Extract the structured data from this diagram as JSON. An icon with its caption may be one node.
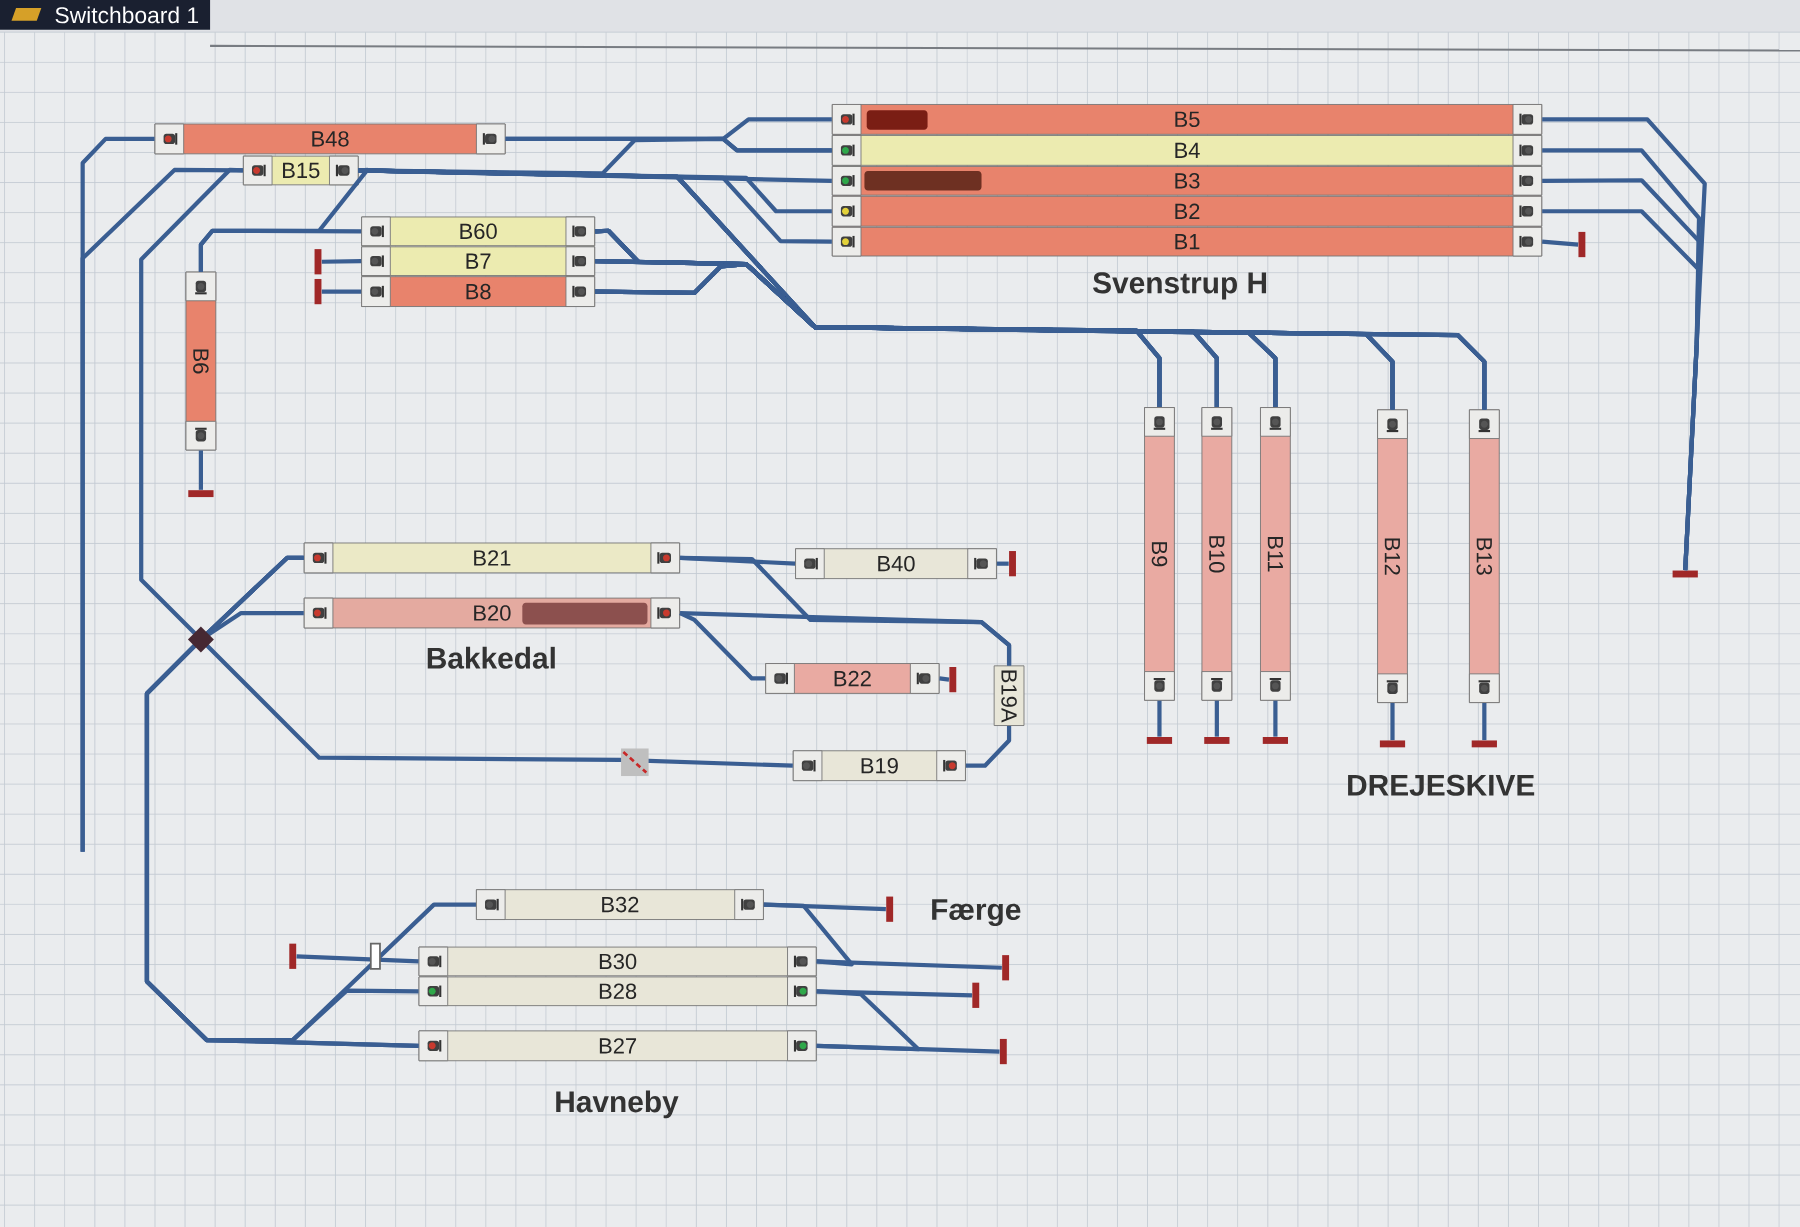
{
  "diagram": {
    "nodes": [
      {
        "text": [
          "B48"
        ]
      },
      {
        "text": [
          "B15"
        ]
      },
      {
        "text": [
          "B5"
        ]
      },
      {
        "text": [
          "B4"
        ]
      },
      {
        "text": [
          "B3"
        ]
      },
      {
        "text": [
          "B2"
        ]
      },
      {
        "text": [
          "B1"
        ]
      },
      {
        "text": [
          "B60"
        ]
      },
      {
        "text": [
          "B7"
        ]
      },
      {
        "text": [
          "B8"
        ]
      },
      {
        "text": [
          "B6"
        ]
      },
      {
        "text": [
          "B21"
        ]
      },
      {
        "text": [
          "B40"
        ]
      },
      {
        "text": [
          "B20"
        ]
      },
      {
        "text": [
          "B22"
        ]
      },
      {
        "text": [
          "B19A"
        ]
      },
      {
        "text": [
          "B19"
        ]
      },
      {
        "text": [
          "B9"
        ]
      },
      {
        "text": [
          "B10"
        ]
      },
      {
        "text": [
          "B11"
        ]
      },
      {
        "text": [
          "B12"
        ]
      },
      {
        "text": [
          "B13"
        ]
      },
      {
        "text": [
          "B32"
        ]
      },
      {
        "text": [
          "B30"
        ]
      },
      {
        "text": [
          "B28"
        ]
      },
      {
        "text": [
          "B27"
        ]
      },
      {
        "text": [],
        "shape": "bar"
      },
      {
        "text": [],
        "shape": "bar"
      },
      {
        "text": [],
        "shape": "bar"
      },
      {
        "text": [],
        "shape": "bar"
      },
      {
        "text": [],
        "shape": "bar"
      },
      {
        "text": [],
        "shape": "bar"
      },
      {
        "text": [],
        "shape": "bar"
      },
      {
        "text": [],
        "shape": "bar"
      },
      {
        "text": [],
        "shape": "bar"
      },
      {
        "text": [],
        "shape": "bar"
      },
      {
        "text": [],
        "shape": "bar"
      },
      {
        "text": [],
        "shape": "bar"
      },
      {
        "text": [],
        "shape": "bar"
      },
      {
        "text": [],
        "shape": "bar"
      },
      {
        "text": [],
        "shape": "bar"
      },
      {
        "text": [],
        "shape": "bar"
      },
      {
        "text": [],
        "shape": "bar"
      }
    ],
    "edges": [
      {
        "from": 0,
        "to": 3,
        "arrow": "none"
      },
      {
        "from": 0,
        "to": 2,
        "arrow": "none"
      },
      {
        "from": 1,
        "to": 4,
        "arrow": "none"
      },
      {
        "from": 1,
        "to": 3,
        "arrow": "none"
      },
      {
        "from": 1,
        "to": 5,
        "arrow": "none"
      },
      {
        "from": 1,
        "to": 6,
        "arrow": "none"
      },
      {
        "from": 1,
        "to": 10,
        "arrow": "none"
      },
      {
        "from": 7,
        "to": 10,
        "arrow": "none"
      },
      {
        "from": 0,
        "to": null,
        "arrow": "none"
      },
      {
        "from": 1,
        "to": null,
        "arrow": "none"
      },
      {
        "from": 1,
        "to": 16,
        "arrow": "none"
      },
      {
        "from": 11,
        "to": 25,
        "arrow": "none"
      },
      {
        "from": 13,
        "to": 25,
        "arrow": "none"
      },
      {
        "from": 11,
        "to": 22,
        "arrow": "none"
      },
      {
        "from": 11,
        "to": 24,
        "arrow": "none"
      },
      {
        "from": 11,
        "to": 12,
        "arrow": "none"
      },
      {
        "from": 11,
        "to": 15,
        "arrow": "none"
      },
      {
        "from": 13,
        "to": 15,
        "arrow": "none"
      },
      {
        "from": 13,
        "to": 14,
        "arrow": "none"
      },
      {
        "from": 15,
        "to": 16,
        "arrow": "none"
      },
      {
        "from": 22,
        "to": 23,
        "arrow": "none"
      },
      {
        "from": 24,
        "to": 25,
        "arrow": "none"
      },
      {
        "from": 1,
        "to": 17,
        "arrow": "none"
      },
      {
        "from": 1,
        "to": 18,
        "arrow": "none"
      },
      {
        "from": 1,
        "to": 19,
        "arrow": "none"
      },
      {
        "from": 1,
        "to": 20,
        "arrow": "none"
      },
      {
        "from": 1,
        "to": 21,
        "arrow": "none"
      },
      {
        "from": 7,
        "to": 17,
        "arrow": "none"
      },
      {
        "from": 7,
        "to": 18,
        "arrow": "none"
      },
      {
        "from": 7,
        "to": 19,
        "arrow": "none"
      },
      {
        "from": 7,
        "to": 20,
        "arrow": "none"
      },
      {
        "from": 7,
        "to": 21,
        "arrow": "none"
      },
      {
        "from": 8,
        "to": 17,
        "arrow": "none"
      },
      {
        "from": 8,
        "to": 18,
        "arrow": "none"
      },
      {
        "from": 8,
        "to": 19,
        "arrow": "none"
      },
      {
        "from": 8,
        "to": 20,
        "arrow": "none"
      },
      {
        "from": 8,
        "to": 21,
        "arrow": "none"
      },
      {
        "from": 9,
        "to": 17,
        "arrow": "none"
      },
      {
        "from": 9,
        "to": 18,
        "arrow": "none"
      },
      {
        "from": 9,
        "to": 19,
        "arrow": "none"
      },
      {
        "from": 9,
        "to": 20,
        "arrow": "none"
      },
      {
        "from": 9,
        "to": 21,
        "arrow": "none"
      },
      {
        "from": 2,
        "to": 31,
        "arrow": "none"
      },
      {
        "from": 3,
        "to": 31,
        "arrow": "none"
      },
      {
        "from": 4,
        "to": 31,
        "arrow": "none"
      },
      {
        "from": 5,
        "to": 31,
        "arrow": "none"
      },
      {
        "from": 6,
        "to": 26,
        "arrow": "none"
      },
      {
        "from": 8,
        "to": 27,
        "arrow": "none"
      },
      {
        "from": 9,
        "to": 28,
        "arrow": "none"
      },
      {
        "from": 10,
        "to": 29,
        "arrow": "none"
      },
      {
        "from": 12,
        "to": 30,
        "arrow": "none"
      },
      {
        "from": 14,
        "to": 32,
        "arrow": "none"
      },
      {
        "from": 17,
        "to": 33,
        "arrow": "none"
      },
      {
        "from": 18,
        "to": 34,
        "arrow": "none"
      },
      {
        "from": 19,
        "to": 35,
        "arrow": "none"
      },
      {
        "from": 20,
        "to": 36,
        "arrow": "none"
      },
      {
        "from": 21,
        "to": 37,
        "arrow": "none"
      },
      {
        "from": 22,
        "to": 38,
        "arrow": "none"
      },
      {
        "from": 23,
        "to": 39,
        "arrow": "none"
      },
      {
        "from": 23,
        "to": 40,
        "arrow": "none"
      },
      {
        "from": 24,
        "to": 41,
        "arrow": "none"
      },
      {
        "from": 25,
        "to": 42,
        "arrow": "none"
      }
    ],
    "labels": [
      "Switchboard 1",
      "Svenstrup H",
      "Bakkedal",
      "DREJESKIVE",
      "Færge",
      "Havneby"
    ]
  }
}
